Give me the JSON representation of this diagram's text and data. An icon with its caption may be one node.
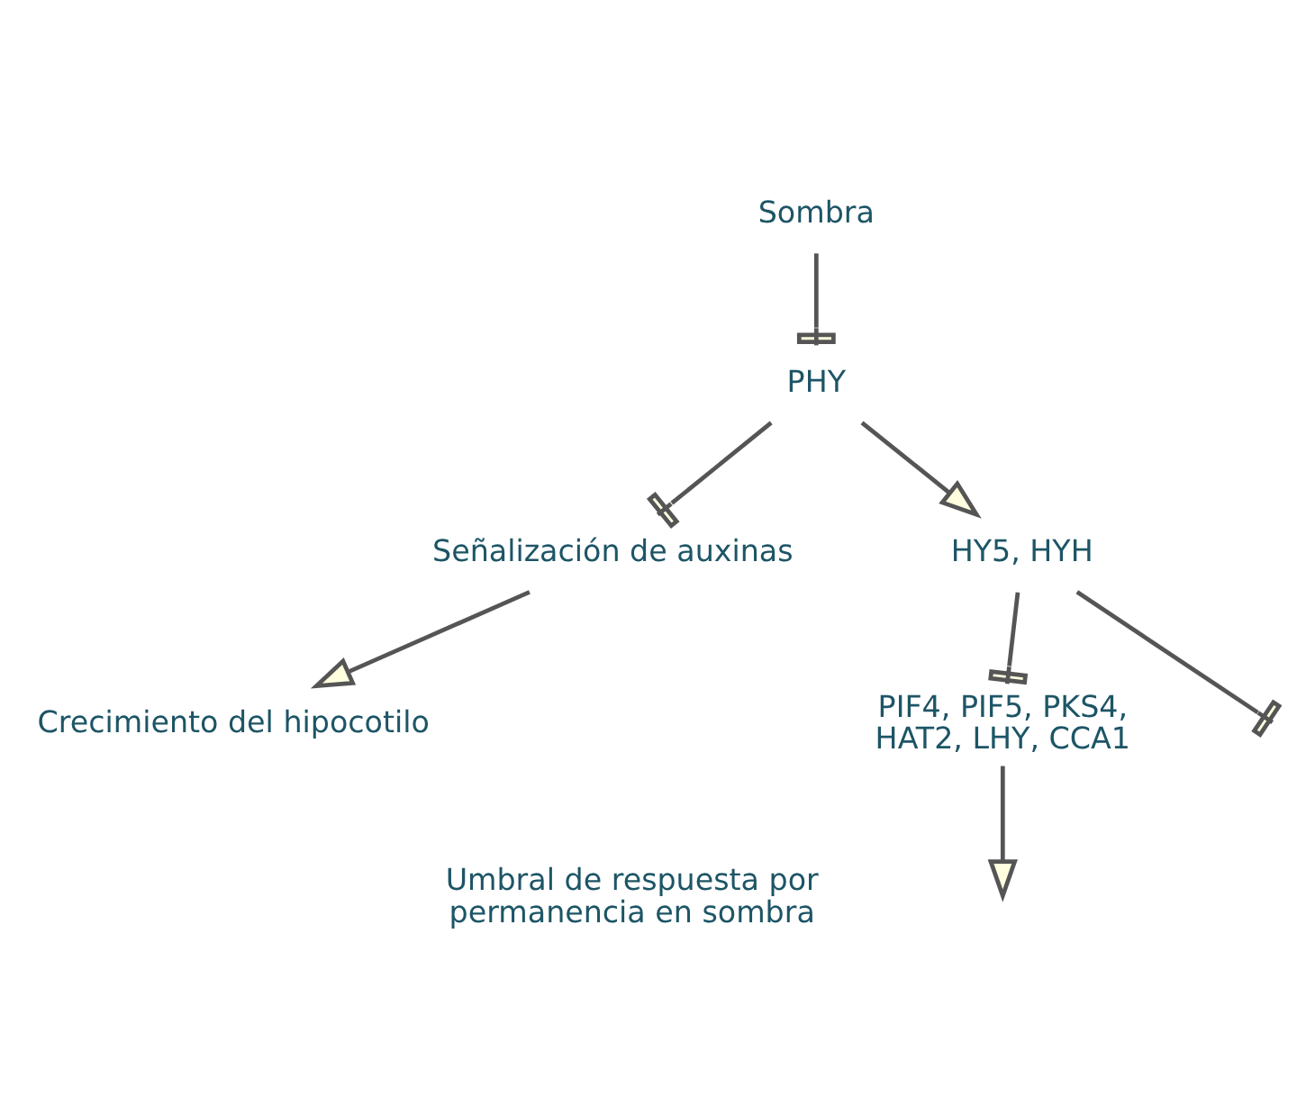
{
  "diagram": {
    "nodes": [
      {
        "text": [
          "Sombra"
        ]
      },
      {
        "text": [
          "PHY"
        ]
      },
      {
        "text": [
          "Señalización de auxinas"
        ]
      },
      {
        "text": [
          "HY5, HYH"
        ]
      },
      {
        "text": [
          "PIF4, PIF5, PKS4, HAT2, LHY, CCA1"
        ]
      },
      {
        "text": [
          "Crecimiento del hipocotilo"
        ]
      }
    ],
    "edges": [
      {
        "from": 0,
        "to": 1,
        "arrow": "other"
      },
      {
        "from": 1,
        "to": 2,
        "arrow": "other"
      },
      {
        "from": 1,
        "to": 3,
        "arrow": "to"
      },
      {
        "from": 2,
        "to": 5,
        "arrow": "to"
      },
      {
        "from": 3,
        "to": null,
        "arrow": "other"
      },
      {
        "from": 3,
        "to": 4,
        "arrow": "other"
      },
      {
        "from": 4,
        "to": null,
        "arrow": "to"
      }
    ],
    "labels": [
      "Umbral de respuesta por permanencia en sombra"
    ]
  }
}
